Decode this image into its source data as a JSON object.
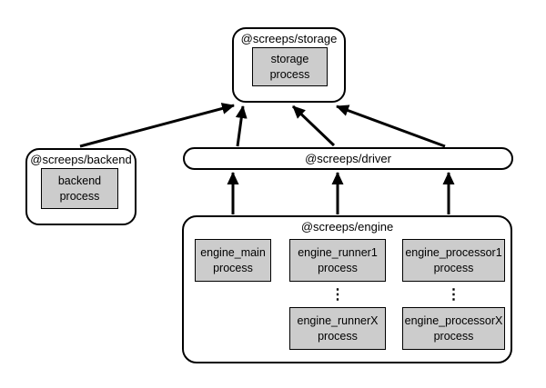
{
  "diagram": {
    "nodes": {
      "storage": {
        "title": "@screeps/storage",
        "process": "storage process"
      },
      "backend": {
        "title": "@screeps/backend",
        "process": "backend process"
      },
      "driver": {
        "title": "@screeps/driver"
      },
      "engine": {
        "title": "@screeps/engine",
        "processes": [
          {
            "label": "engine_main process"
          },
          {
            "label": "engine_runner1 process"
          },
          {
            "label": "engine_processor1 process"
          },
          {
            "label": "engine_runnerX process"
          },
          {
            "label": "engine_processorX process"
          }
        ],
        "ellipsis": "⋮"
      }
    },
    "edges": [
      {
        "from": "@screeps/backend",
        "to": "@screeps/storage"
      },
      {
        "from": "@screeps/driver",
        "to": "@screeps/storage"
      },
      {
        "from": "@screeps/driver",
        "to": "@screeps/storage"
      },
      {
        "from": "@screeps/driver",
        "to": "@screeps/storage"
      },
      {
        "from": "@screeps/engine",
        "to": "@screeps/driver"
      },
      {
        "from": "@screeps/engine",
        "to": "@screeps/driver"
      },
      {
        "from": "@screeps/engine",
        "to": "@screeps/driver"
      }
    ],
    "colors": {
      "background": "#ffffff",
      "node_fill": "#ffffff",
      "process_fill": "#cccccc",
      "border": "#000000",
      "arrow": "#000000"
    }
  }
}
